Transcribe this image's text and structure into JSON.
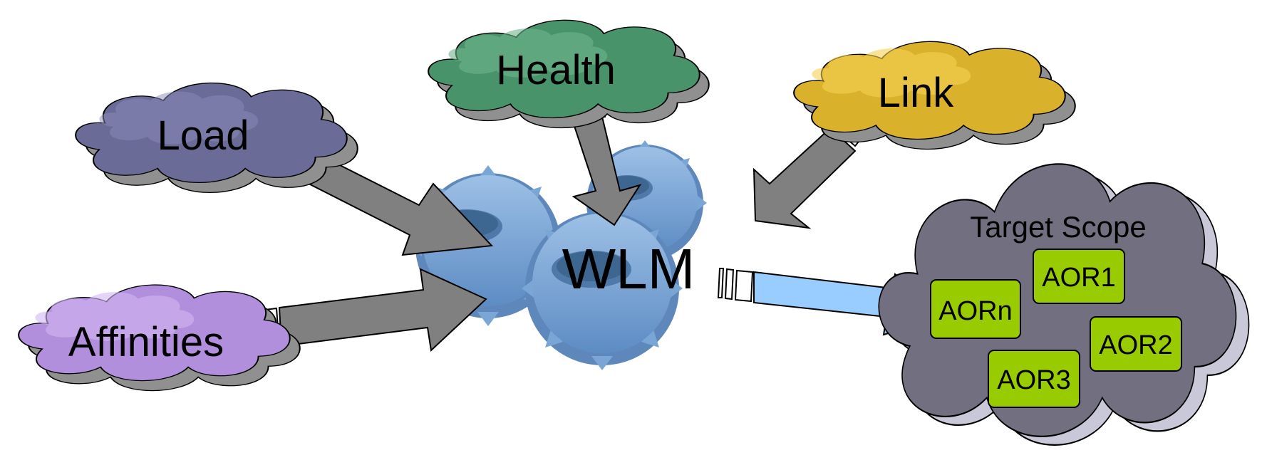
{
  "inputs": {
    "load": {
      "label": "Load",
      "color": "#6b6b98"
    },
    "health": {
      "label": "Health",
      "color": "#48936a"
    },
    "link": {
      "label": "Link",
      "color": "#d9b12a"
    },
    "affinities": {
      "label": "Affinities",
      "color": "#b28fdc"
    }
  },
  "engine": {
    "label": "WLM",
    "color": "#7aa6d6"
  },
  "target": {
    "title": "Target Scope",
    "cloud_color": "#727080",
    "region_color": "#99cc00",
    "regions": [
      "AOR1",
      "AORn",
      "AOR2",
      "AOR3"
    ]
  },
  "arrows": {
    "input_color": "#808080",
    "output_color": "#99ccff"
  }
}
